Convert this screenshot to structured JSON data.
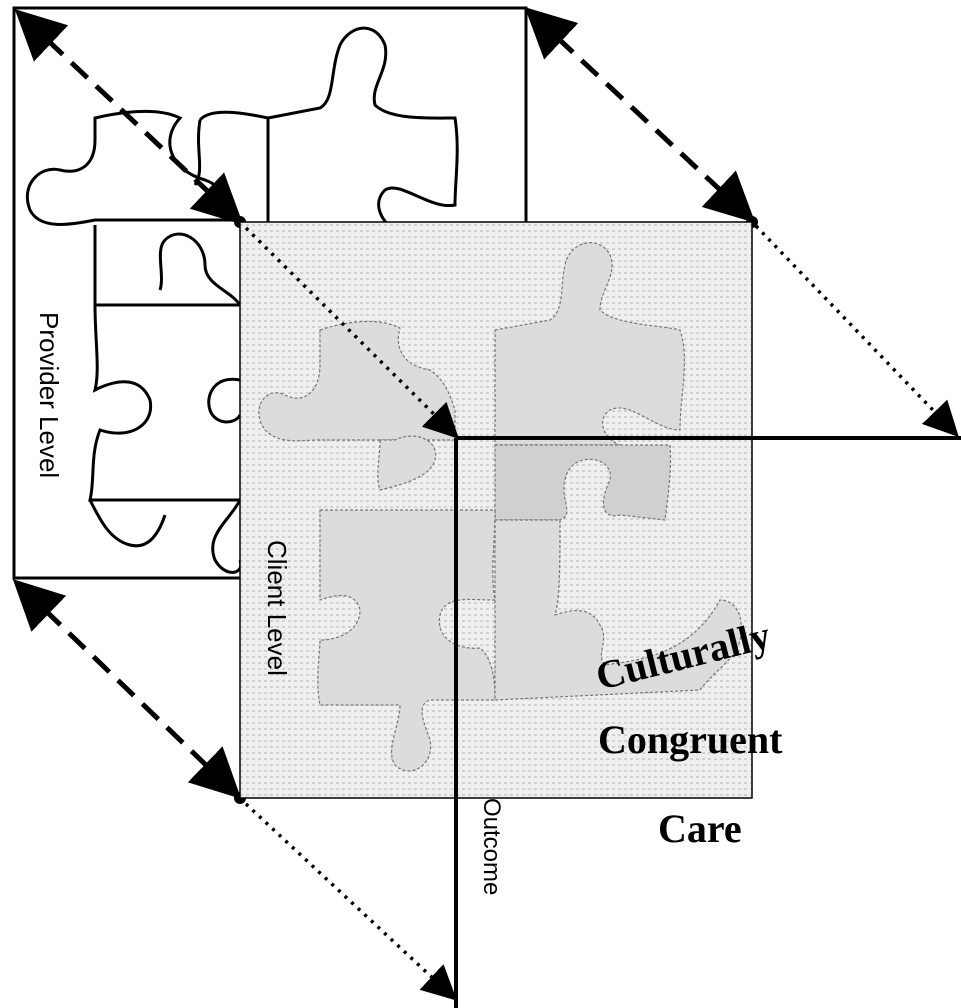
{
  "diagram": {
    "provider_label": "Provider Level",
    "client_label": "Client Level",
    "outcome_label": "Outcome",
    "care_title": {
      "line1": "Culturally",
      "line2": "Congruent",
      "line3": "Care"
    }
  },
  "colors": {
    "stroke": "#000000",
    "client_panel_fill": "#ededed",
    "puzzle_fill": "#dcdcdc",
    "background": "#ffffff"
  }
}
